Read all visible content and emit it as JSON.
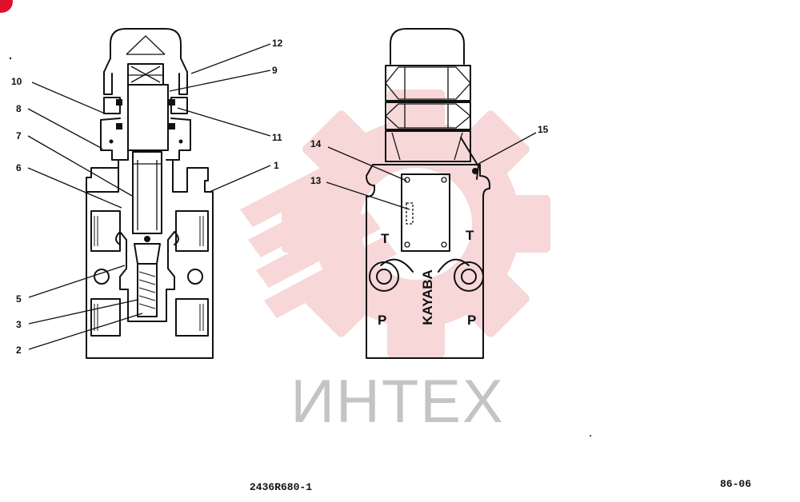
{
  "drawing": {
    "part_number": "2436R680-1",
    "page_number": "86-06",
    "manufacturer_stamp": "KAYABA",
    "port_marks": {
      "left_upper": "T",
      "right_upper": "T",
      "left_lower": "P",
      "right_lower": "P"
    }
  },
  "watermark": {
    "text": "ИНТЕХ",
    "gear_color": "#f2b8b8",
    "text_color": "#c4c4c4"
  },
  "callouts": {
    "left_view": [
      "12",
      "9",
      "10",
      "8",
      "11",
      "7",
      "6",
      "1",
      "5",
      "3",
      "2"
    ],
    "right_view": [
      "15",
      "14",
      "13"
    ]
  },
  "corner_mark_color": "#e0102a"
}
